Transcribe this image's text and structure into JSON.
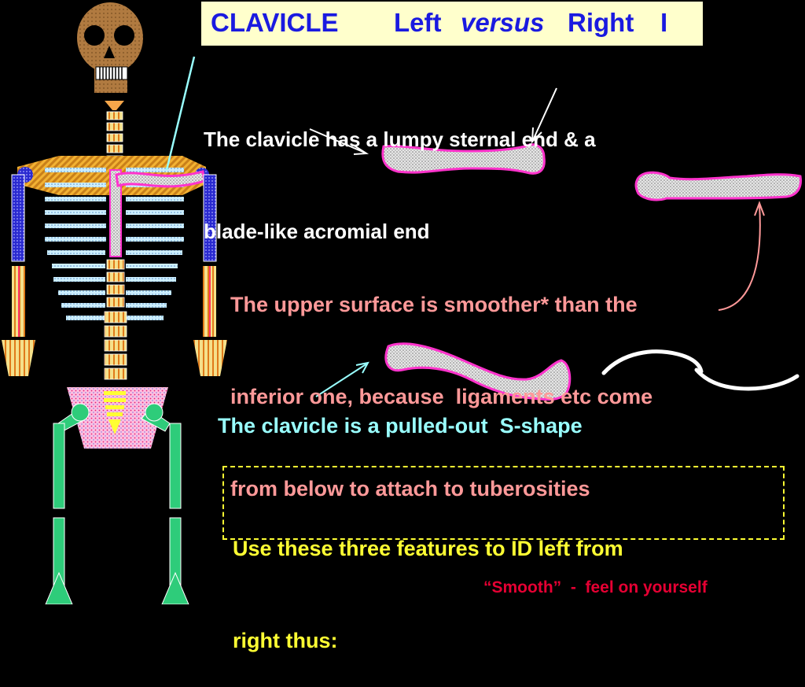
{
  "title": {
    "part1": "CLAVICLE",
    "part2": "Left",
    "part3": "versus",
    "part4": "Right",
    "part5": "I"
  },
  "texts": {
    "lumpy_line1": "The clavicle has a lumpy sternal end & a",
    "lumpy_line2": "blade-like acromial end",
    "smooth_line1": "The upper surface is smoother* than the",
    "smooth_line2": "inferior one, because  ligaments etc come",
    "smooth_line3": "from below to attach to tuberosities",
    "sshape": "The clavicle is a pulled-out  S-shape",
    "use_line1": "Use these three features to ID left from",
    "use_line2": "right thus:",
    "footnote": "“Smooth”  -  feel on yourself"
  },
  "colors": {
    "background": "#000000",
    "title_bg": "#FFFFCC",
    "title_text": "#1A1AE0",
    "white_text": "#FFFFFF",
    "pink_text": "#FF9999",
    "cyan_text": "#99FFFF",
    "yellow_text": "#FFFF33",
    "red_text": "#E60033",
    "bone_outline": "#FF33CC",
    "bone_fill": "#D8D8D8"
  },
  "icons": {
    "skeleton": "skeleton-figure-icon",
    "clavicle_top": "clavicle-top-view-icon",
    "clavicle_side": "clavicle-side-view-icon",
    "clavicle_s": "clavicle-s-shape-icon",
    "s_curve": "s-curve-line-icon"
  }
}
